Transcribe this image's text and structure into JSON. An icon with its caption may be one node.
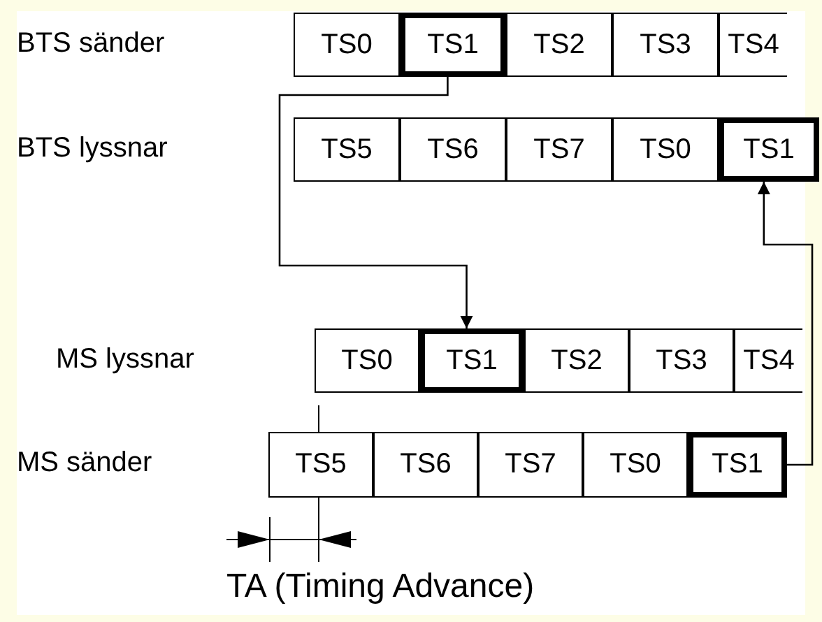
{
  "diagram": {
    "nodes": [
      {
        "text": [
          "TS0"
        ]
      },
      {
        "text": [
          "TS1"
        ]
      },
      {
        "text": [
          "TS2"
        ]
      },
      {
        "text": [
          "TS3"
        ]
      },
      {
        "text": [
          "TS4"
        ]
      },
      {
        "text": [
          "TS5"
        ]
      },
      {
        "text": [
          "TS6"
        ]
      },
      {
        "text": [
          "TS7"
        ]
      },
      {
        "text": [
          "TS0"
        ]
      },
      {
        "text": [
          "TS1"
        ]
      },
      {
        "text": [
          "TS0"
        ]
      },
      {
        "text": [
          "TS1"
        ]
      },
      {
        "text": [
          "TS2"
        ]
      },
      {
        "text": [
          "TS3"
        ]
      },
      {
        "text": [
          "TS4"
        ]
      },
      {
        "text": [
          "TS5"
        ]
      },
      {
        "text": [
          "TS6"
        ]
      },
      {
        "text": [
          "TS7"
        ]
      },
      {
        "text": [
          "TS0"
        ]
      },
      {
        "text": [
          "TS1"
        ]
      }
    ],
    "edges": [
      {
        "from": 1,
        "to": 11,
        "arrow": "to"
      },
      {
        "from": 19,
        "to": 9,
        "arrow": "to"
      }
    ],
    "labels": [
      "BTS sänder",
      "BTS lyssnar",
      "MS lyssnar",
      "MS sänder",
      "TA (Timing Advance)"
    ]
  }
}
